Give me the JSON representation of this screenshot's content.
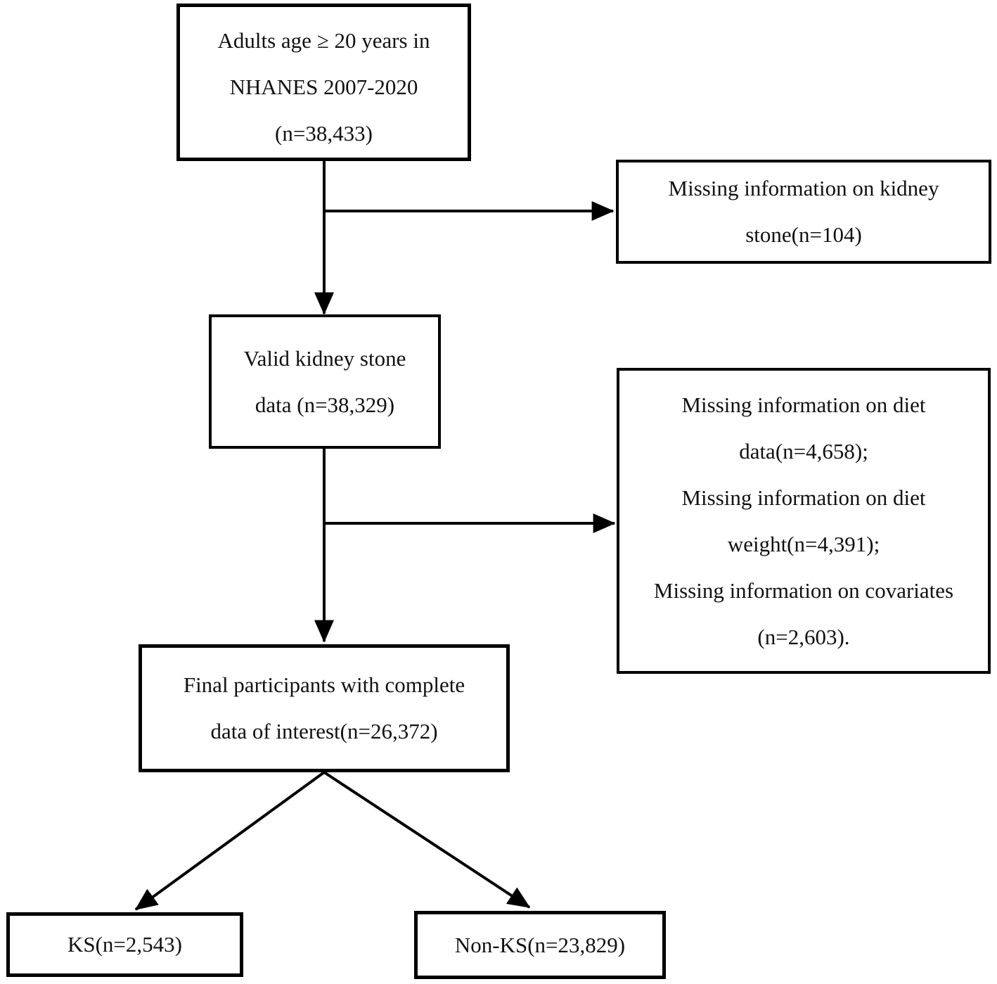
{
  "diagram": {
    "title": "Participant selection flowchart",
    "colors": {
      "line": "#000000",
      "box_bg": "#ffffff",
      "text": "#111111"
    },
    "nodes": {
      "adults": {
        "line1": "Adults age ≥ 20 years in",
        "line2": "NHANES 2007-2020",
        "line3": "(n=38,433)"
      },
      "missing_kidney": {
        "line1": "Missing information on kidney",
        "line2": "stone(n=104)"
      },
      "valid": {
        "line1": "Valid kidney stone",
        "line2": "data (n=38,329)"
      },
      "missing_diet": {
        "line1": "Missing information on diet",
        "line2": "data(n=4,658);",
        "line3": "Missing information on diet",
        "line4": "weight(n=4,391);",
        "line5": "Missing information on covariates",
        "line6": "(n=2,603)."
      },
      "final": {
        "line1": "Final participants with complete",
        "line2": "data of interest(n=26,372)"
      },
      "ks": {
        "line1": "KS(n=2,543)"
      },
      "non_ks": {
        "line1": "Non-KS(n=23,829)"
      }
    }
  }
}
